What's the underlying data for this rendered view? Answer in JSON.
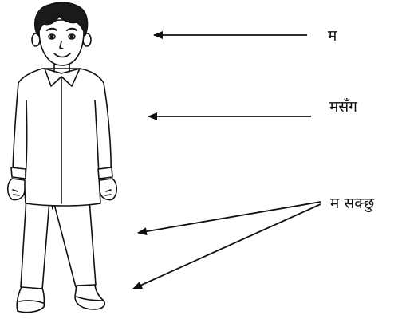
{
  "colors": {
    "ink": "#111111",
    "hair": "#1a1a1a",
    "background": "#ffffff"
  },
  "icons": [
    "boy-figure-illustration",
    "arrow-icon"
  ],
  "labels": {
    "head": "म",
    "shirt": "मसँग",
    "legs": "म सक्छु"
  }
}
